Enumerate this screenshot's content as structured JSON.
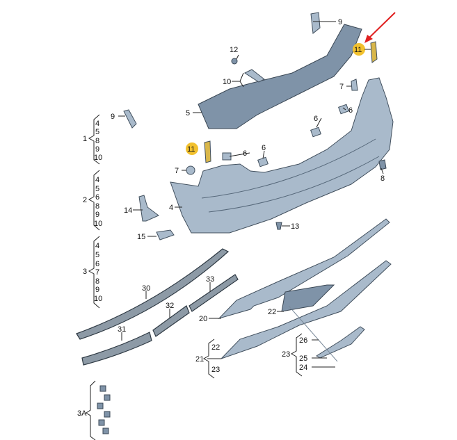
{
  "diagram": {
    "labels": {
      "p9_top": "9",
      "p11_a": "11",
      "p11_b": "11",
      "p12": "12",
      "p10": "10",
      "p7_right": "7",
      "p5": "5",
      "p6_a": "6",
      "p6_b": "6",
      "p6_c": "6",
      "p6_d": "6",
      "p9_left": "9",
      "p7_left": "7",
      "p8": "8",
      "p4": "4",
      "p14": "14",
      "p15": "15",
      "p13": "13",
      "p30": "30",
      "p33": "33",
      "p32": "32",
      "p31": "31",
      "p20": "20",
      "p22": "22",
      "p21": "21",
      "p23": "23",
      "p26": "26",
      "p25": "25",
      "p24": "24",
      "p3A": "3A"
    },
    "groups": {
      "g1": {
        "label": "1",
        "items": [
          "4",
          "5",
          "8",
          "9",
          "10"
        ]
      },
      "g2": {
        "label": "2",
        "items": [
          "4",
          "5",
          "6",
          "8",
          "9",
          "10"
        ]
      },
      "g3": {
        "label": "3",
        "items": [
          "4",
          "5",
          "6",
          "7",
          "8",
          "9",
          "10"
        ]
      },
      "g21": {
        "label": "21",
        "items": [
          "22",
          "23"
        ]
      },
      "g23": {
        "label": "23",
        "items": [
          "26",
          "25",
          "24"
        ]
      }
    },
    "colors": {
      "highlight": "#f2c12e",
      "arrow": "#e02020",
      "part": "#a9bacb"
    }
  }
}
